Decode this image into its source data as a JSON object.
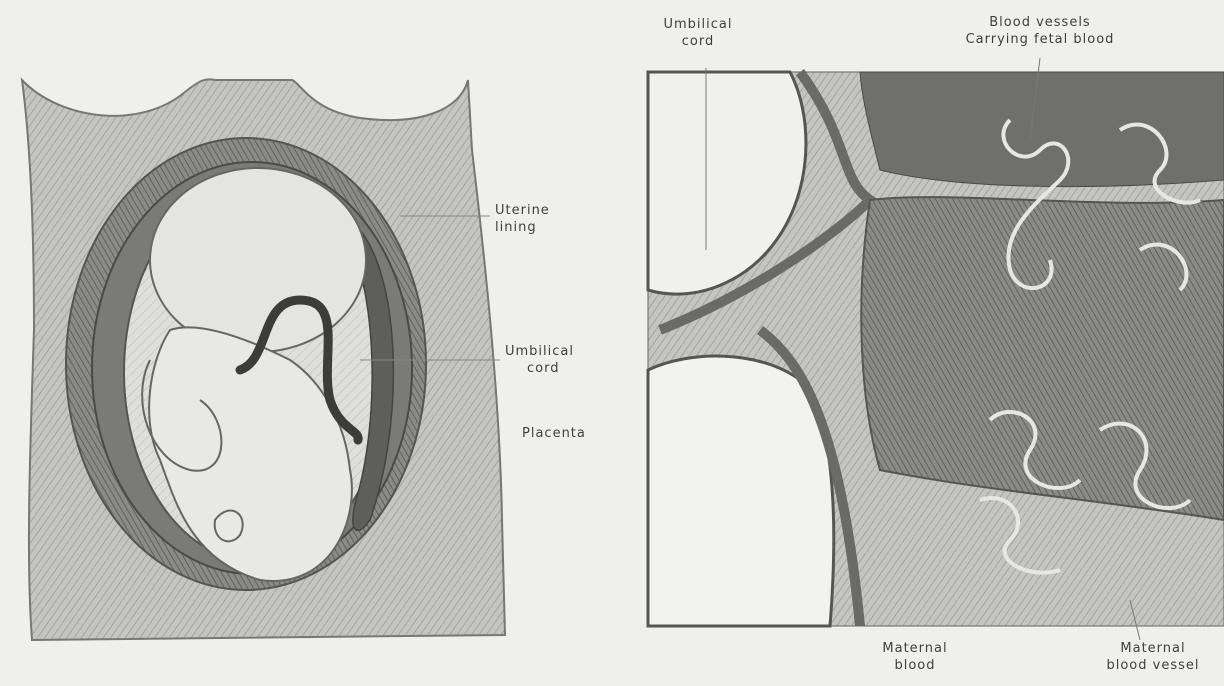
{
  "figure": {
    "left_panel": {
      "labels": {
        "uterine_lining": [
          "Uterine",
          "lining"
        ],
        "umbilical_cord": [
          "Umbilical",
          "cord"
        ],
        "placenta": "Placenta"
      }
    },
    "right_panel": {
      "labels": {
        "umbilical_cord": [
          "Umbilical",
          "cord"
        ],
        "fetal_vessels": [
          "Blood vessels",
          "Carrying fetal blood"
        ],
        "maternal_blood": [
          "Maternal",
          "blood"
        ],
        "maternal_vessel": [
          "Maternal",
          "blood vessel"
        ]
      }
    }
  }
}
